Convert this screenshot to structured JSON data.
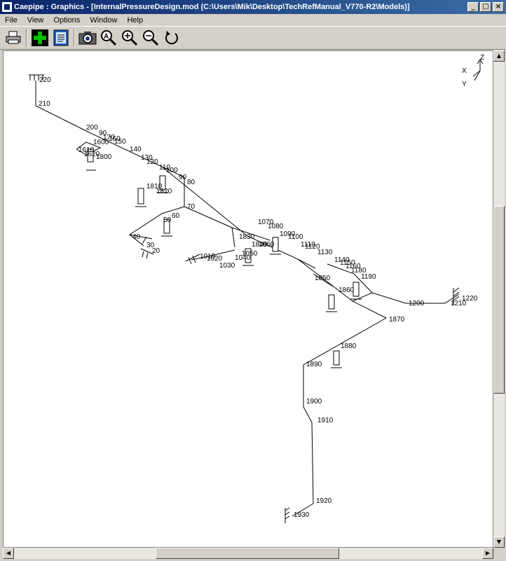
{
  "window": {
    "title": "Caepipe : Graphics - [InternalPressureDesign.mod (C:\\Users\\Mik\\Desktop\\TechRefManual_V770-R2\\Models)]",
    "min_label": "_",
    "max_label": "□",
    "close_label": "×"
  },
  "menu": [
    {
      "label": "File"
    },
    {
      "label": "View"
    },
    {
      "label": "Options"
    },
    {
      "label": "Window"
    },
    {
      "label": "Help"
    }
  ],
  "toolbar": {
    "icons": [
      "print-icon",
      "add-green-icon",
      "list-icon",
      "camera-icon",
      "zoom-auto-icon",
      "zoom-in-icon",
      "zoom-out-icon",
      "rotate-icon"
    ]
  },
  "axes": {
    "z": "Z",
    "x": "X",
    "y": "Y"
  },
  "nodes": [
    {
      "id": "n220",
      "label": "220"
    },
    {
      "id": "n210",
      "label": "210"
    },
    {
      "id": "n200",
      "label": "200"
    },
    {
      "id": "n190",
      "label": "90"
    },
    {
      "id": "n170",
      "label": "170"
    },
    {
      "id": "n160",
      "label": "160"
    },
    {
      "id": "n150",
      "label": "150"
    },
    {
      "id": "n1600",
      "label": "1600"
    },
    {
      "id": "n1610",
      "label": "1610"
    },
    {
      "id": "n1620",
      "label": "1620"
    },
    {
      "id": "n1800",
      "label": "1800"
    },
    {
      "id": "n140",
      "label": "140"
    },
    {
      "id": "n130",
      "label": "130"
    },
    {
      "id": "n120",
      "label": "120"
    },
    {
      "id": "n110",
      "label": "110"
    },
    {
      "id": "n100",
      "label": "100"
    },
    {
      "id": "n90",
      "label": "90"
    },
    {
      "id": "n80",
      "label": "80"
    },
    {
      "id": "n1810",
      "label": "1810"
    },
    {
      "id": "n1820",
      "label": "1820"
    },
    {
      "id": "n70",
      "label": "70"
    },
    {
      "id": "n60",
      "label": "60"
    },
    {
      "id": "n50",
      "label": "50"
    },
    {
      "id": "n40",
      "label": "40"
    },
    {
      "id": "n30",
      "label": "30"
    },
    {
      "id": "n20",
      "label": "20"
    },
    {
      "id": "n1010",
      "label": "1010"
    },
    {
      "id": "n1020",
      "label": "1020"
    },
    {
      "id": "n1030",
      "label": "1030"
    },
    {
      "id": "n1040",
      "label": "1040"
    },
    {
      "id": "n1050",
      "label": "1050"
    },
    {
      "id": "n1830",
      "label": "1830"
    },
    {
      "id": "n1840",
      "label": "1840"
    },
    {
      "id": "n1060",
      "label": "1060"
    },
    {
      "id": "n1070",
      "label": "1070"
    },
    {
      "id": "n1080",
      "label": "1080"
    },
    {
      "id": "n1090",
      "label": "1090"
    },
    {
      "id": "n1100",
      "label": "1100"
    },
    {
      "id": "n1110",
      "label": "1110"
    },
    {
      "id": "n1120",
      "label": "1120"
    },
    {
      "id": "n1130",
      "label": "1130"
    },
    {
      "id": "n1140",
      "label": "1140"
    },
    {
      "id": "n1150",
      "label": "1150"
    },
    {
      "id": "n1160",
      "label": "1160"
    },
    {
      "id": "n1180",
      "label": "1180"
    },
    {
      "id": "n1190",
      "label": "1190"
    },
    {
      "id": "n1850",
      "label": "1850"
    },
    {
      "id": "n1860",
      "label": "1860"
    },
    {
      "id": "n1200",
      "label": "1200"
    },
    {
      "id": "n1210",
      "label": "1210"
    },
    {
      "id": "n1220",
      "label": "1220"
    },
    {
      "id": "n1870",
      "label": "1870"
    },
    {
      "id": "n1880",
      "label": "1880"
    },
    {
      "id": "n1890",
      "label": "1890"
    },
    {
      "id": "n1900",
      "label": "1900"
    },
    {
      "id": "n1910",
      "label": "1910"
    },
    {
      "id": "n1920",
      "label": "1920"
    },
    {
      "id": "n1930",
      "label": "1930"
    }
  ]
}
